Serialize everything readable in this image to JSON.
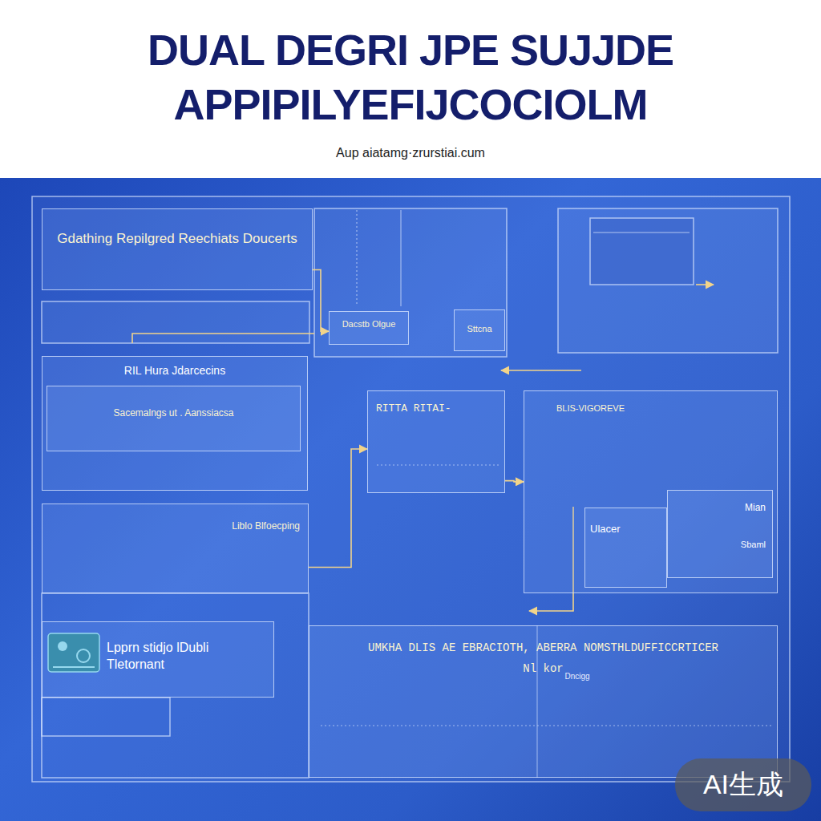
{
  "diagram": {
    "title": "DUAL DEGRI JPE SUJJDE APPIPILYEFIJCOCIOLM",
    "caption": "Aup aiatamg·zrurstiai.cum",
    "nodes": [
      {
        "text": [
          "Gdathing Repilgred Reechiats Doucerts"
        ]
      },
      {
        "text": [
          "Dacstb Olgue"
        ]
      },
      {
        "text": [
          "Sttcna"
        ]
      },
      {
        "text": [
          "RIL Hura Jdarcecins"
        ]
      },
      {
        "text": [
          "Sacemalngs ut . Aanssiacsa"
        ],
        "in": 3
      },
      {
        "text": [
          "Liblo Blfoecping"
        ]
      },
      {
        "text": [
          "RITTA RITAI-"
        ]
      },
      {
        "text": [
          "BLIS-VIGOREVE"
        ]
      },
      {
        "text": [
          "Ulacer"
        ],
        "in": 7
      },
      {
        "text": [
          "Mian",
          "Sbaml"
        ],
        "in": 7
      },
      {
        "text": [
          "Lpprn stidjo lDubli Tletornant"
        ]
      },
      {
        "text": [
          "UMKHA DLIS AE EBRACIOTH, ABERRA NOMSTHLDUFFICCRTICER",
          "Nl kor"
        ]
      }
    ],
    "edges": [
      {
        "from": 0,
        "to": 1,
        "arrow": "to"
      },
      {
        "from": 5,
        "to": 6,
        "arrow": "to"
      },
      {
        "from": 6,
        "to": 7,
        "arrow": "to"
      }
    ],
    "labels": [
      "Dncigg",
      "AI生成"
    ]
  }
}
